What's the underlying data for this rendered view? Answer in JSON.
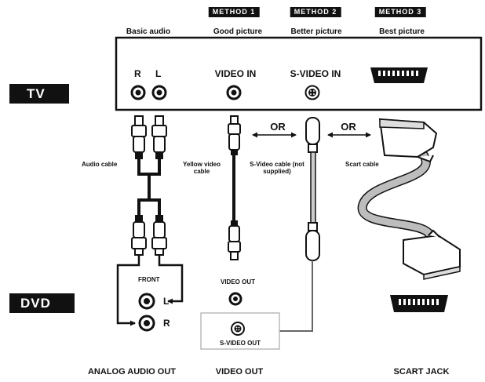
{
  "methods": [
    "METHOD 1",
    "METHOD 2",
    "METHOD 3"
  ],
  "headers": {
    "basic": "Basic audio",
    "good": "Good picture",
    "better": "Better picture",
    "best": "Best picture"
  },
  "tv": {
    "label": "TV",
    "r": "R",
    "l": "L",
    "video_in": "VIDEO IN",
    "svideo_in": "S-VIDEO IN"
  },
  "or_labels": [
    "OR",
    "OR"
  ],
  "cables": {
    "audio": "Audio cable",
    "yellow": "Yellow video cable",
    "svideo": "S-Video cable (not supplied)",
    "scart": "Scart cable"
  },
  "dvd": {
    "label": "DVD",
    "front": "FRONT",
    "l": "L",
    "r": "R",
    "video_out": "VIDEO OUT",
    "svideo_out": "S-VIDEO OUT"
  },
  "bottom": {
    "analog": "ANALOG AUDIO OUT",
    "video": "VIDEO OUT",
    "scart": "SCART JACK"
  },
  "colors": {
    "ink": "#111111",
    "cable_gray": "#b8b8b8",
    "panel_border": "#111111"
  }
}
